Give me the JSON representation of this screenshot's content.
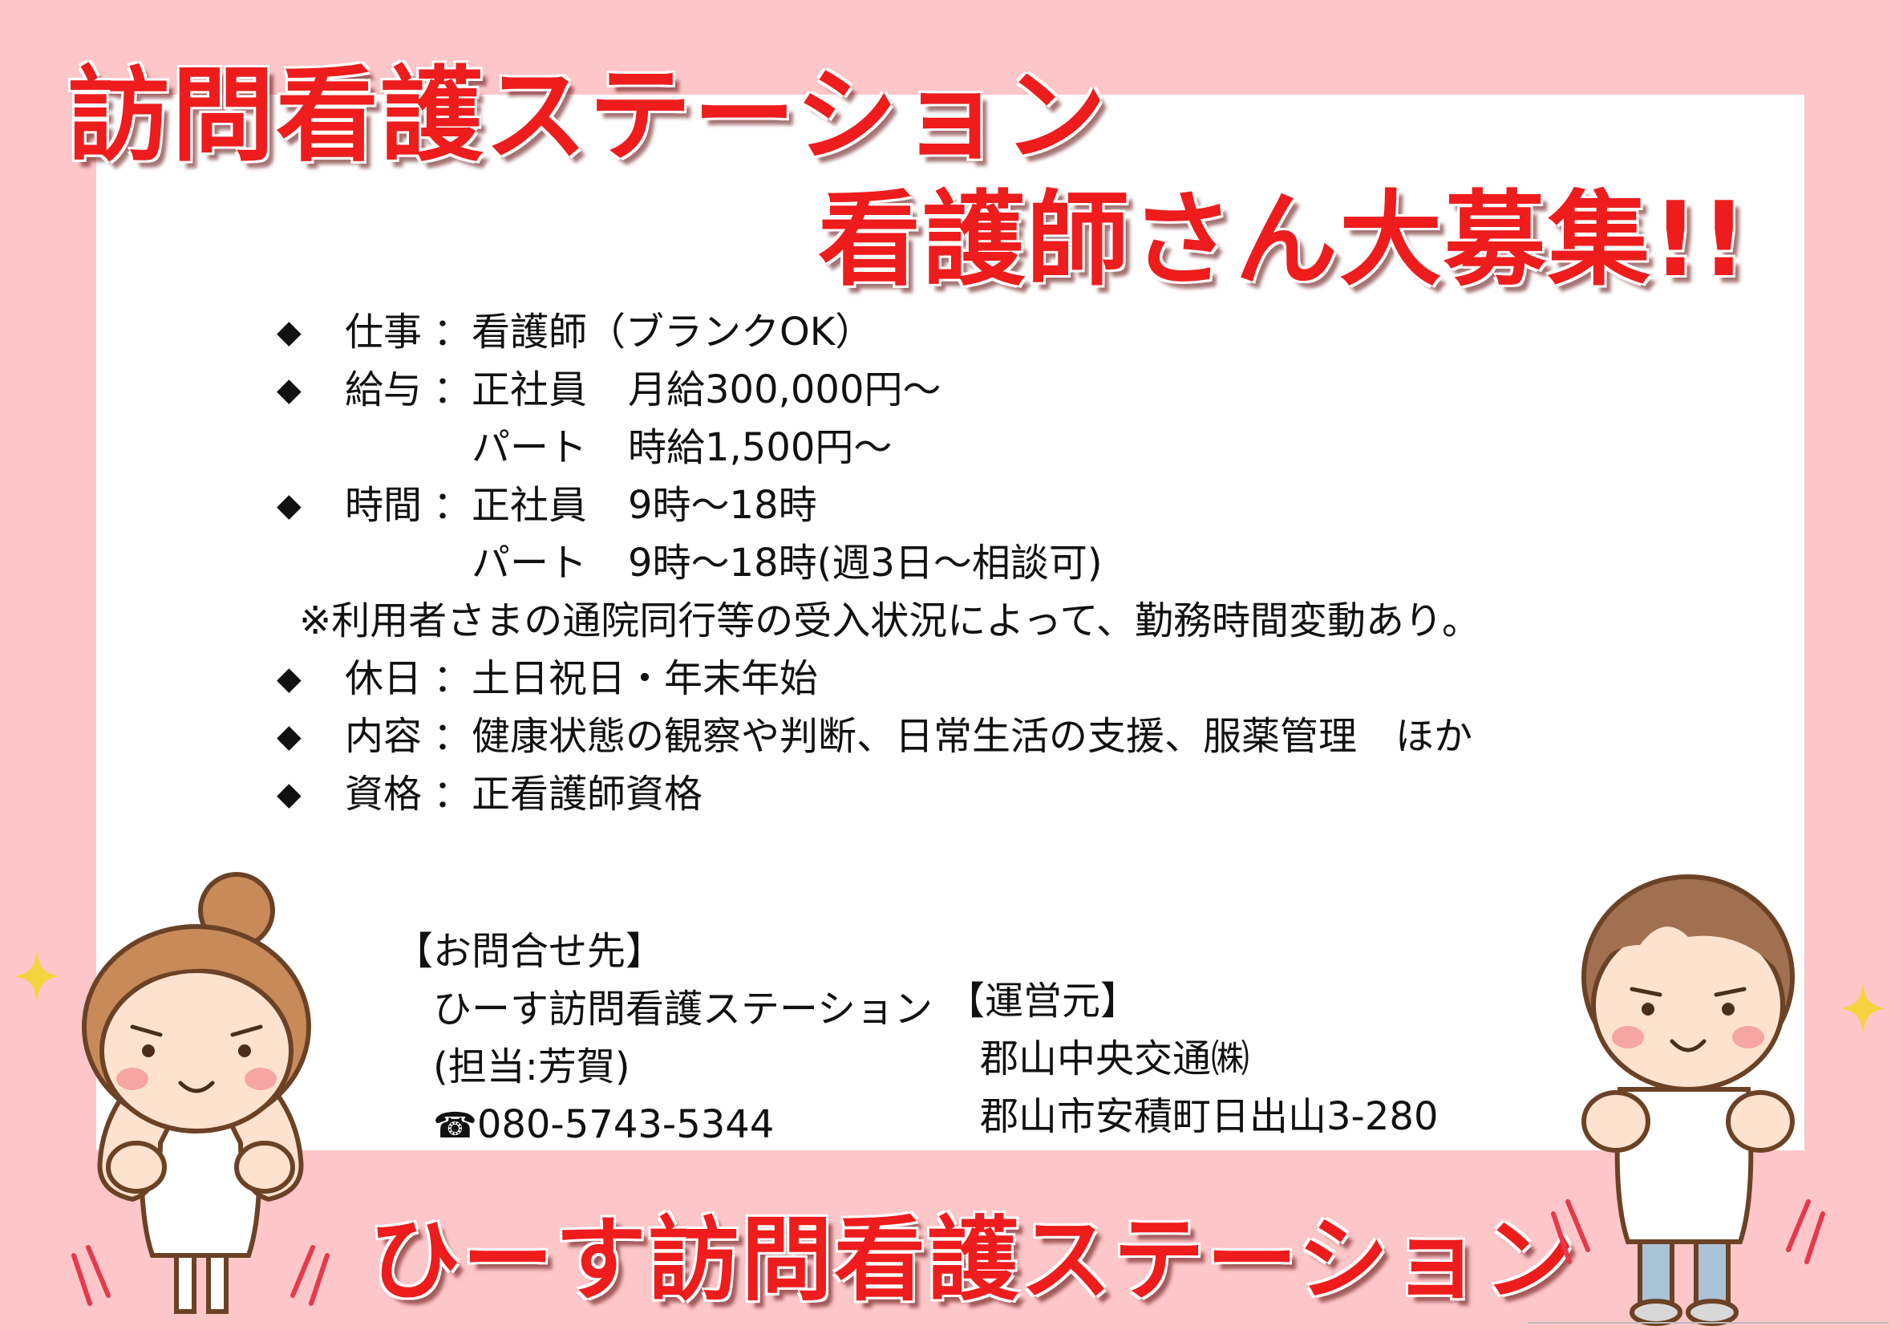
{
  "title": {
    "line1": "訪問看護ステーション",
    "line2": "看護師さん大募集!!"
  },
  "details": {
    "bullet": "◆",
    "job": {
      "label": "仕事",
      "colon": "：",
      "value": "看護師（ブランクOK）"
    },
    "salary": {
      "label": "給与",
      "colon": "：",
      "full_type": "正社員",
      "full_value": "月給300,000円～",
      "part_type": "パート",
      "part_value": "時給1,500円～"
    },
    "hours": {
      "label": "時間",
      "colon": "：",
      "full_type": "正社員",
      "full_value": "9時～18時",
      "part_type": "パート",
      "part_value": "9時～18時(週3日～相談可)"
    },
    "note": "※利用者さまの通院同行等の受入状況によって、勤務時間変動あり。",
    "holiday": {
      "label": "休日",
      "colon": "：",
      "value": "土日祝日・年末年始"
    },
    "content": {
      "label": "内容",
      "colon": "：",
      "value": "健康状態の観察や判断、日常生活の支援、服薬管理　ほか"
    },
    "qualification": {
      "label": "資格",
      "colon": "：",
      "value": "正看護師資格"
    }
  },
  "contact": {
    "heading": "【お問合せ先】",
    "name": "ひーす訪問看護ステーション",
    "person": "(担当:芳賀)",
    "phone_icon": "☎",
    "phone": "080-5743-5344"
  },
  "operator": {
    "heading": "【運営元】",
    "company": "郡山中央交通㈱",
    "address": "郡山市安積町日出山3-280"
  },
  "footer": {
    "title": "ひーす訪問看護ステーション"
  },
  "colors": {
    "background": "#fdc6c9",
    "title_red": "#ee1c1c",
    "sparkle_yellow": "#f6d33c"
  },
  "icons": [
    "diamond-bullet-icon",
    "phone-icon",
    "sparkle-icon",
    "nurse-woman-illustration",
    "nurse-man-illustration"
  ]
}
